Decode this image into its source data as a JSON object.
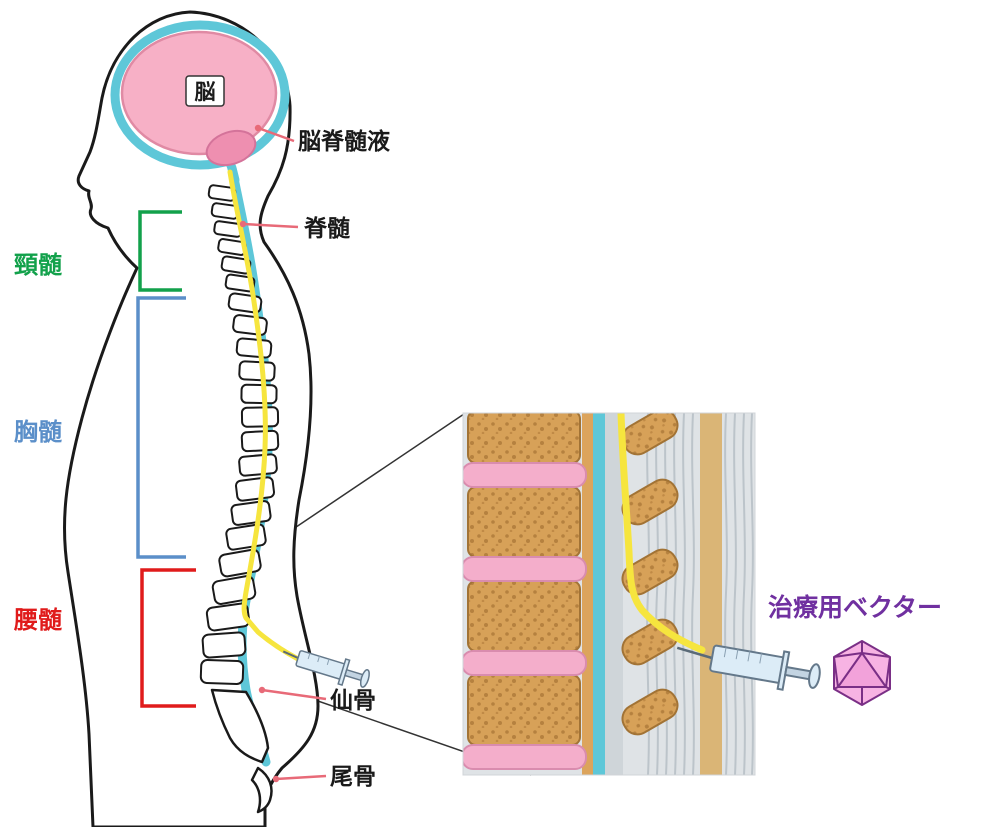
{
  "diagram": {
    "labels": {
      "brain": "脳",
      "csf": "脳脊髄液",
      "spinal_cord": "脊髄",
      "cervical_cord": "頸髄",
      "thoracic_cord": "胸髄",
      "lumbar_cord": "腰髄",
      "sacrum": "仙骨",
      "coccyx": "尾骨",
      "therapeutic_vector": "治療用ベクター"
    },
    "colors": {
      "cervical_green": "#12a14b",
      "thoracic_blue": "#5b8fc9",
      "lumbar_red": "#e01b1b",
      "vector_purple": "#7030a0",
      "csf_teal": "#5ec7d8",
      "catheter_yellow": "#f6e53e",
      "brain_pink": "#f7b0c6",
      "pointer_pink": "#e86a78",
      "label_black": "#1a1a1a"
    },
    "icons": {
      "virus": "icosahedron-virus-icon",
      "syringe_main": "syringe-icon",
      "syringe_inset": "syringe-icon-large"
    }
  }
}
